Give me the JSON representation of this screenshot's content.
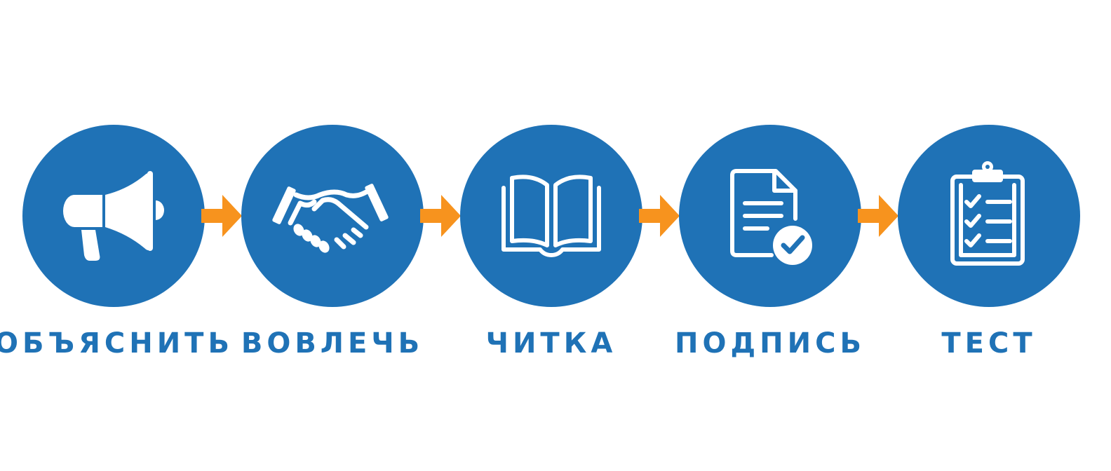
{
  "steps": [
    {
      "label": "ОБЪЯСНИТЬ",
      "icon": "megaphone-icon"
    },
    {
      "label": "ВОВЛЕЧЬ",
      "icon": "handshake-icon"
    },
    {
      "label": "ЧИТКА",
      "icon": "open-book-icon"
    },
    {
      "label": "ПОДПИСЬ",
      "icon": "signed-document-icon"
    },
    {
      "label": "ТЕСТ",
      "icon": "checklist-clipboard-icon"
    }
  ],
  "colors": {
    "circle": "#1f72b6",
    "label": "#1f72b6",
    "arrow": "#f7931e",
    "icon": "#ffffff",
    "background": "#ffffff"
  }
}
